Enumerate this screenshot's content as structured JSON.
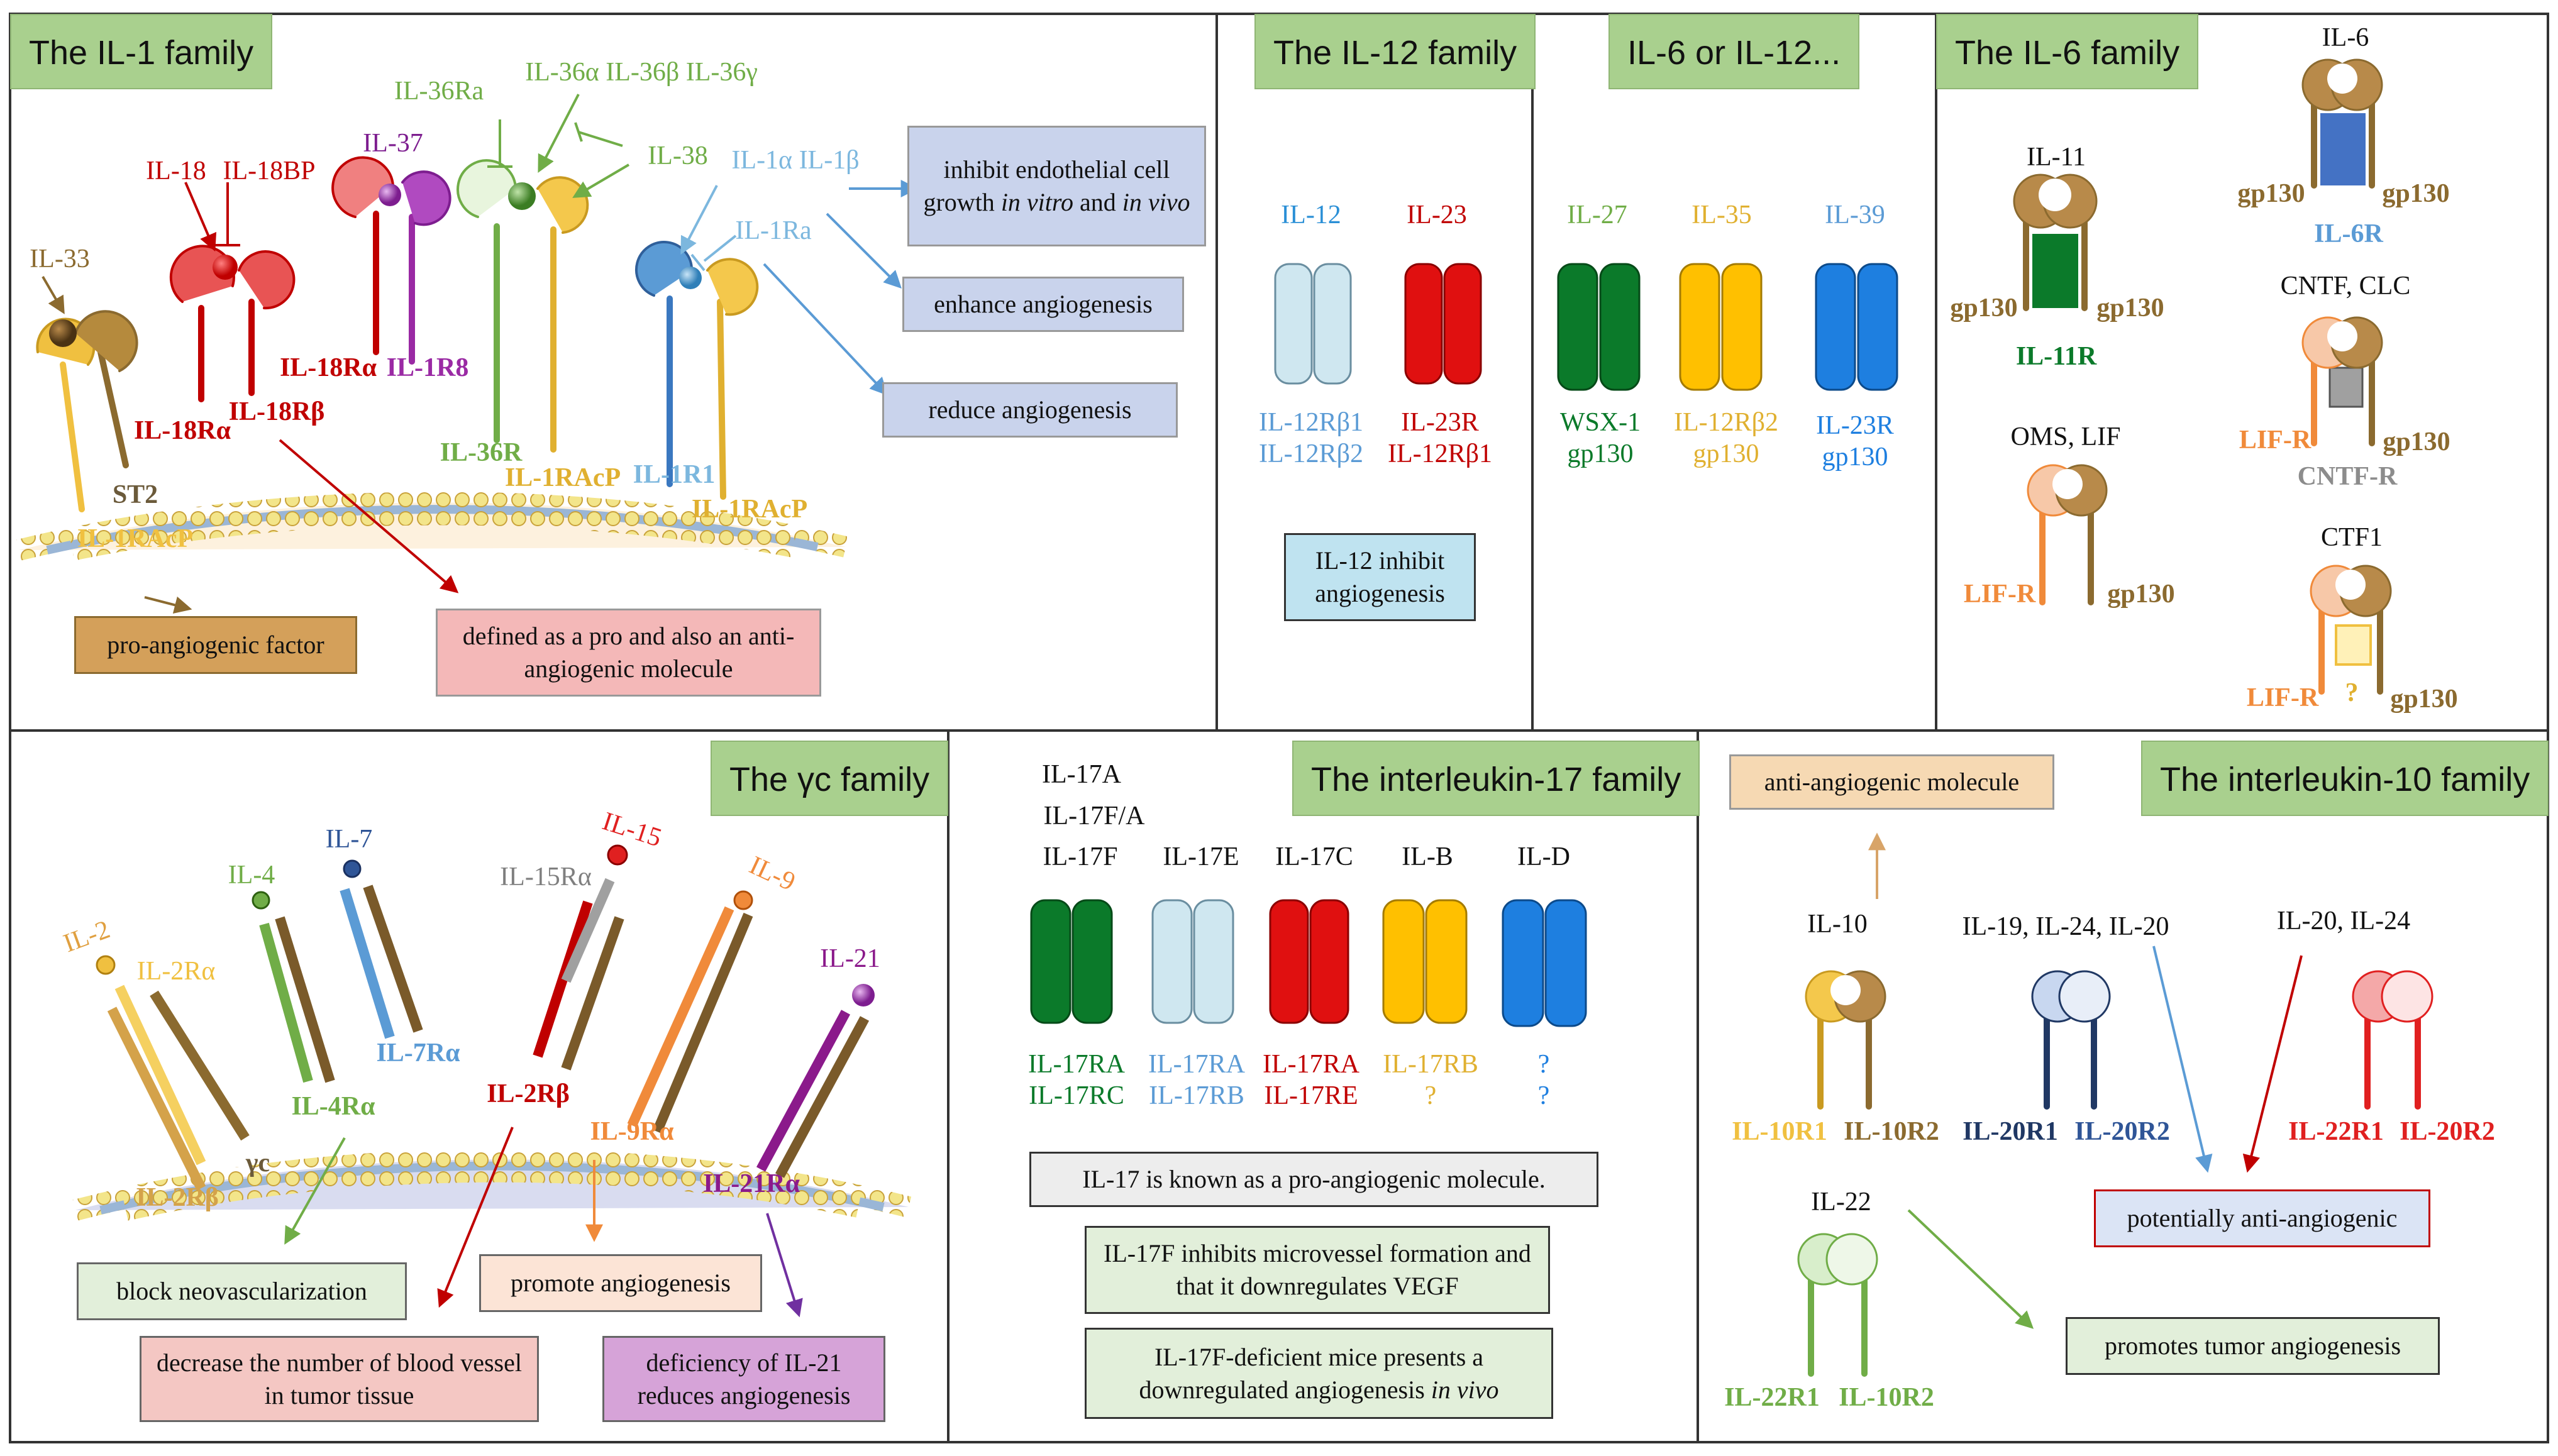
{
  "colors": {
    "title_bg": "#a9d08e",
    "il1_red": "#c00000",
    "il36_green": "#70ad47",
    "il1a_blue": "#7cb7de",
    "gold": "#e8b341",
    "brown": "#8b6a2f",
    "purple": "#7030a0",
    "gp130": "#8b6a2f",
    "lifr": "#f08a3a"
  },
  "il1": {
    "title": "The IL-1 family",
    "labels": {
      "il33": "IL-33",
      "il18": "IL-18",
      "il18bp": "IL-18BP",
      "il37": "IL-37",
      "il36ra": "IL-36Ra",
      "il36agb": "IL-36α IL-36β IL-36γ",
      "il38": "IL-38",
      "il1ab": "IL-1α IL-1β",
      "il1ra": "IL-1Ra",
      "il18ra_a": "IL-18Rα",
      "il1r8": "IL-1R8",
      "il18ra_b": "IL-18Rα",
      "il18rb": "IL-18Rβ",
      "st2": "ST2",
      "il1racp_left": "IL-1RAcP",
      "il36r": "IL-36R",
      "il1racp_mid": "IL-1RAcP",
      "il1r1": "IL-1R1",
      "il1racp_right": "IL-1RAcP"
    },
    "boxes": {
      "pro": "pro-angiogenic factor",
      "dual": "defined as a pro and also an anti-angiogenic molecule",
      "inhibit_a": "inhibit endothelial cell growth",
      "inhibit_b": "in vitro",
      "inhibit_c": "and",
      "inhibit_d": "in vivo",
      "enhance": "enhance angiogenesis",
      "reduce": "reduce angiogenesis"
    }
  },
  "il12": {
    "title": "The IL-12 family",
    "cols": [
      {
        "name": "IL-12",
        "r1": "IL-12Rβ1",
        "r2": "IL-12Rβ2"
      },
      {
        "name": "IL-23",
        "r1": "IL-23R",
        "r2": "IL-12Rβ1"
      }
    ],
    "box": "IL-12 inhibit angiogenesis"
  },
  "il6or12": {
    "title": "IL-6 or IL-12...",
    "cols": [
      {
        "name": "IL-27",
        "r1": "WSX-1",
        "r2": "gp130"
      },
      {
        "name": "IL-35",
        "r1": "IL-12Rβ2",
        "r2": "gp130"
      },
      {
        "name": "IL-39",
        "r1": "IL-23R",
        "r2": "gp130"
      }
    ]
  },
  "il6": {
    "title": "The IL-6 family",
    "il6": {
      "name": "IL-6",
      "left": "gp130",
      "right": "gp130",
      "rec": "IL-6R"
    },
    "il11": {
      "name": "IL-11",
      "left": "gp130",
      "right": "gp130",
      "rec": "IL-11R"
    },
    "cntf": {
      "name": "CNTF, CLC",
      "left": "LIF-R",
      "right": "gp130",
      "rec": "CNTF-R"
    },
    "oms": {
      "name": "OMS, LIF",
      "left": "LIF-R",
      "right": "gp130"
    },
    "ctf1": {
      "name": "CTF1",
      "left": "LIF-R",
      "mid": "?",
      "right": "gp130"
    }
  },
  "yc": {
    "title": "The γc family",
    "labels": {
      "il2": "IL-2",
      "il2ra": "IL-2Rα",
      "il4": "IL-4",
      "il7": "IL-7",
      "il15ra": "IL-15Rα",
      "il15": "IL-15",
      "il9": "IL-9",
      "il21": "IL-21",
      "il7ra": "IL-7Rα",
      "il4ra": "IL-4Rα",
      "il2rb_mid": "IL-2Rβ",
      "il9ra": "IL-9Rα",
      "il21ra": "IL-21Rα",
      "gc": "γc",
      "il2rb": "IL-2Rβ"
    },
    "boxes": {
      "block": "block neovascularization",
      "promote": "promote angiogenesis",
      "decrease": "decrease the number of blood vessel in tumor tissue",
      "deficiency": "deficiency of IL-21 reduces angiogenesis"
    }
  },
  "il17": {
    "title": "The interleukin-17 family",
    "stack": [
      "IL-17A",
      "IL-17F/A",
      "IL-17F"
    ],
    "cols": [
      {
        "name": "IL-17F",
        "r1": "IL-17RA",
        "r2": "IL-17RC"
      },
      {
        "name": "IL-17E",
        "r1": "IL-17RA",
        "r2": "IL-17RB"
      },
      {
        "name": "IL-17C",
        "r1": "IL-17RA",
        "r2": "IL-17RE"
      },
      {
        "name": "IL-B",
        "r1": "IL-17RB",
        "r2": "?"
      },
      {
        "name": "IL-D",
        "r1": "?",
        "r2": "?"
      }
    ],
    "boxes": {
      "known": "IL-17 is known as a pro-angiogenic molecule.",
      "inhibits": "IL-17F inhibits microvessel formation and that it downregulates VEGF",
      "deficient_a": "IL-17F-deficient mice presents a downregulated angiogenesis",
      "deficient_b": "in vivo"
    }
  },
  "il10": {
    "title": "The interleukin-10 family",
    "anti": "anti-angiogenic molecule",
    "il10": {
      "name": "IL-10",
      "r1": "IL-10R1",
      "r2": "IL-10R2"
    },
    "il19": {
      "name": "IL-19, IL-24, IL-20",
      "r1": "IL-20R1",
      "r2": "IL-20R2"
    },
    "il20": {
      "name": "IL-20, IL-24",
      "r1": "IL-22R1",
      "r2": "IL-20R2"
    },
    "il22": {
      "name": "IL-22",
      "r1": "IL-22R1",
      "r2": "IL-10R2"
    },
    "potential": "potentially anti-angiogenic",
    "promotes": "promotes tumor angiogenesis"
  }
}
